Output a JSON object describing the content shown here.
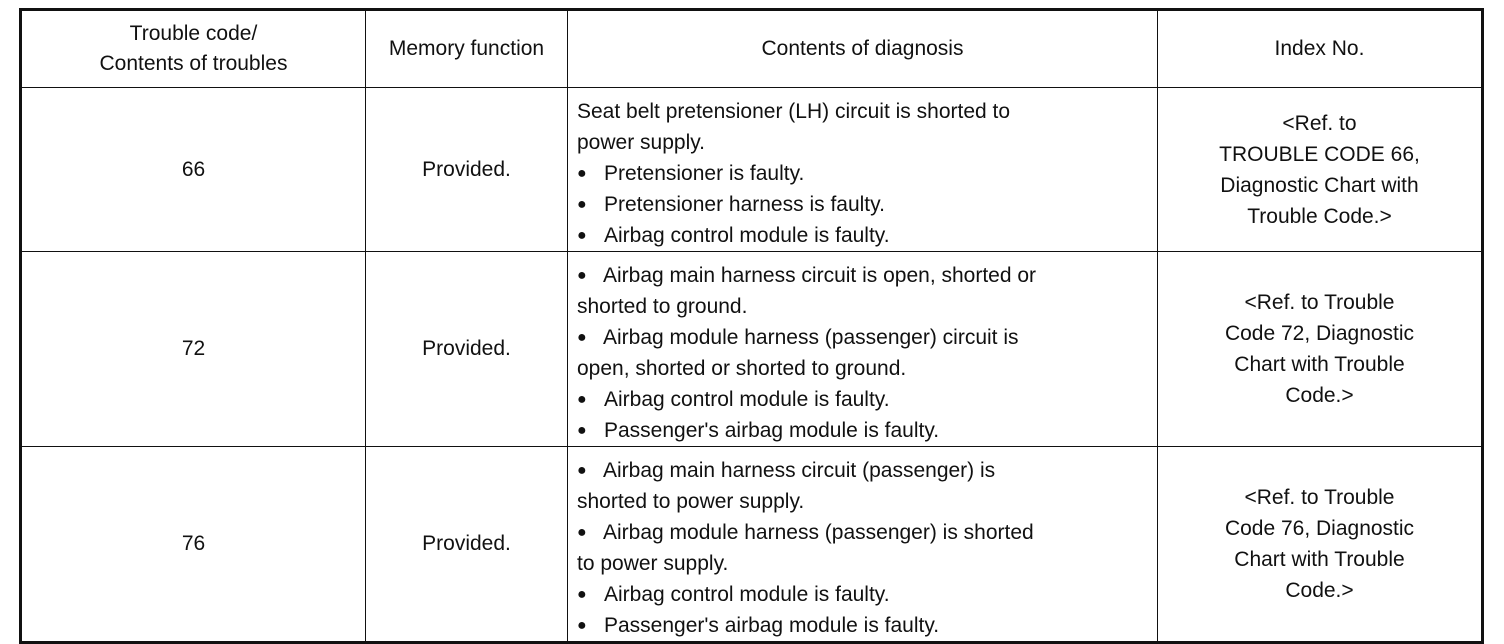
{
  "headers": {
    "trouble_code_l1": "Trouble code/",
    "trouble_code_l2": "Contents of troubles",
    "memory": "Memory function",
    "diagnosis": "Contents of diagnosis",
    "index": "Index No."
  },
  "rows": [
    {
      "code": "66",
      "memory": "Provided.",
      "diagnosis_intro": [
        "Seat belt pretensioner (LH) circuit is shorted to",
        "power supply."
      ],
      "bullets": [
        [
          "Pretensioner is faulty."
        ],
        [
          "Pretensioner harness is faulty."
        ],
        [
          "Airbag control module is faulty."
        ]
      ],
      "index": [
        "<Ref. to",
        "TROUBLE CODE 66,",
        "Diagnostic Chart with",
        "Trouble Code.>"
      ]
    },
    {
      "code": "72",
      "memory": "Provided.",
      "bullets": [
        [
          "Airbag main harness circuit is open, shorted or",
          "shorted to ground."
        ],
        [
          "Airbag module harness (passenger) circuit is",
          "open, shorted or shorted to ground."
        ],
        [
          "Airbag control module is faulty."
        ],
        [
          "Passenger's airbag module is faulty."
        ]
      ],
      "index": [
        "<Ref. to  Trouble",
        "Code 72, Diagnostic",
        "Chart with Trouble",
        "Code.>"
      ]
    },
    {
      "code": "76",
      "memory": "Provided.",
      "bullets": [
        [
          "Airbag main harness circuit (passenger) is",
          "shorted to power supply."
        ],
        [
          "Airbag module harness (passenger) is shorted",
          "to power supply."
        ],
        [
          "Airbag control module is faulty."
        ],
        [
          "Passenger's airbag module is faulty."
        ]
      ],
      "index": [
        "<Ref. to Trouble",
        "Code 76, Diagnostic",
        "Chart with Trouble",
        "Code.>"
      ]
    }
  ]
}
